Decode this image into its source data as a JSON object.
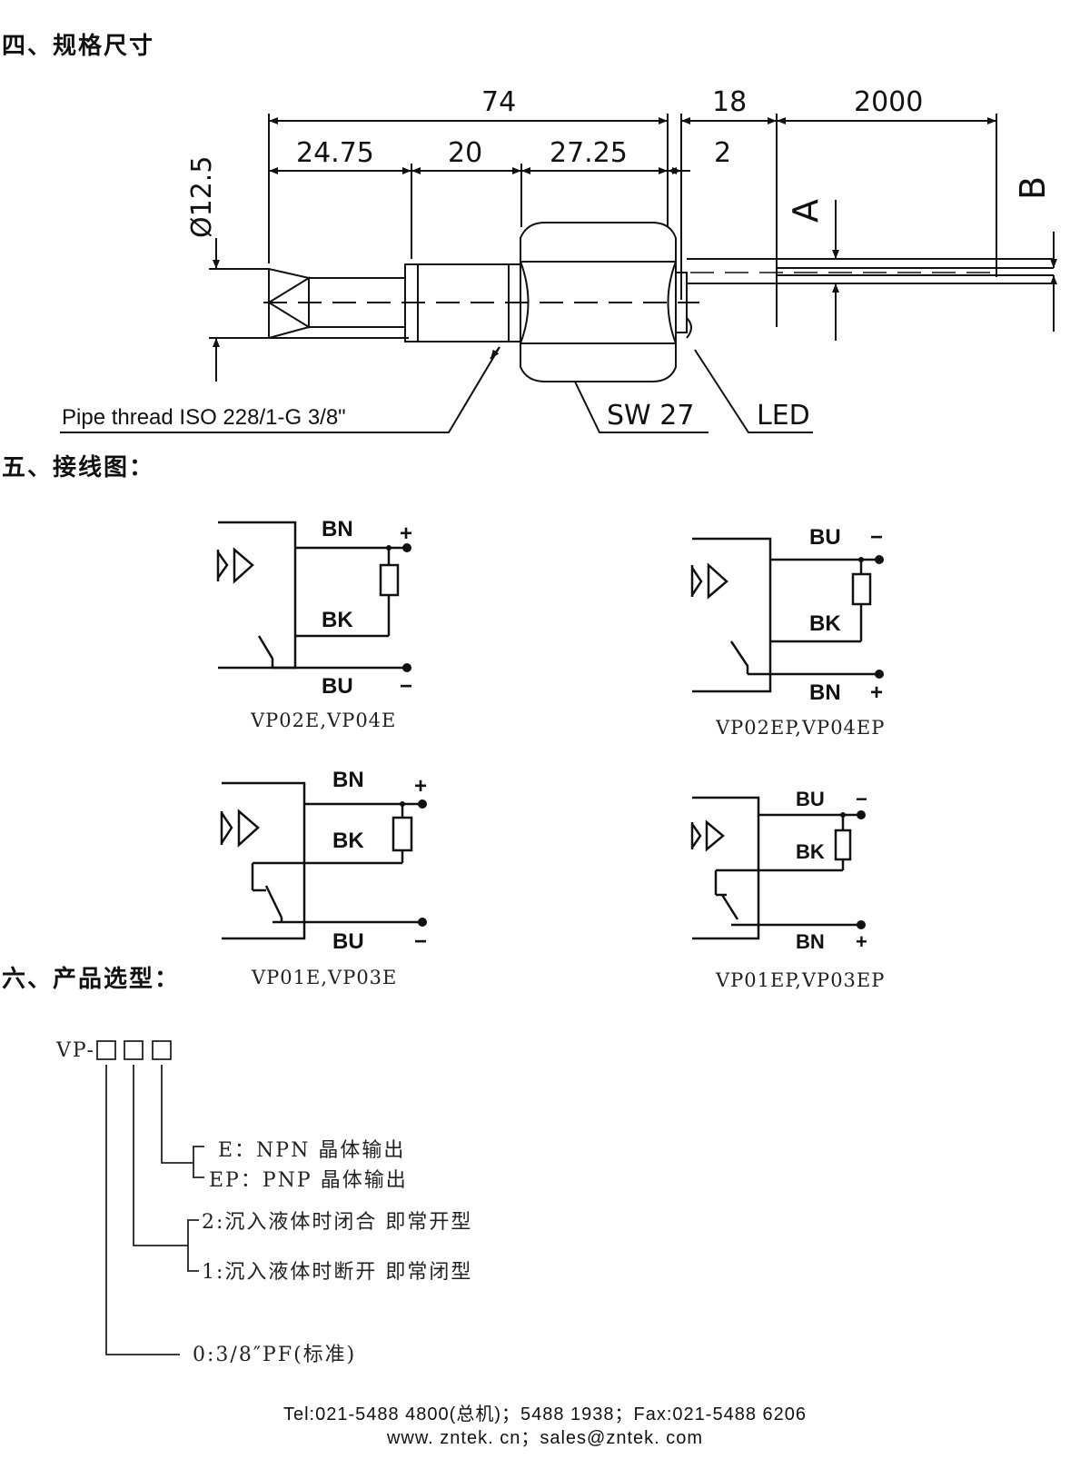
{
  "sections": {
    "dimensions_title": "四、规格尺寸",
    "wiring_title": "五、接线图：",
    "selection_title": "六、产品选型："
  },
  "dimensions": {
    "overall": "74",
    "cable_head": "18",
    "cable_length": "2000",
    "seg1": "24.75",
    "seg2": "20",
    "seg3": "27.25",
    "seg4": "2",
    "diameter": "Ø12.5",
    "label_a": "A",
    "label_b": "B",
    "pipe_thread": "Pipe thread ISO 228/1-G 3/8\"",
    "sw": "SW 27",
    "led": "LED"
  },
  "wiring": {
    "d1": {
      "top": "BN",
      "mid": "BK",
      "bot": "BU",
      "top_sign": "+",
      "bot_sign": "−",
      "caption": "VP02E,VP04E"
    },
    "d2": {
      "top": "BU",
      "mid": "BK",
      "bot": "BN",
      "top_sign": "−",
      "bot_sign": "+",
      "caption": "VP02EP,VP04EP"
    },
    "d3": {
      "top": "BN",
      "mid": "BK",
      "bot": "BU",
      "top_sign": "+",
      "bot_sign": "−",
      "caption": "VP01E,VP03E"
    },
    "d4": {
      "top": "BU",
      "mid": "BK",
      "bot": "BN",
      "top_sign": "−",
      "bot_sign": "+",
      "caption": "VP01EP,VP03EP"
    }
  },
  "selection": {
    "code": "VP-",
    "e_npn": "E：NPN 晶体输出",
    "ep_pnp": "EP：PNP 晶体输出",
    "opt2": "2:沉入液体时闭合 即常开型",
    "opt1": "1:沉入液体时断开 即常闭型",
    "opt0": "0:3/8″PF(标准)"
  },
  "footer": {
    "line1": "Tel:021-5488 4800(总机)；5488 1938；Fax:021-5488 6206",
    "line2": "www. zntek. cn；sales@zntek. com"
  }
}
